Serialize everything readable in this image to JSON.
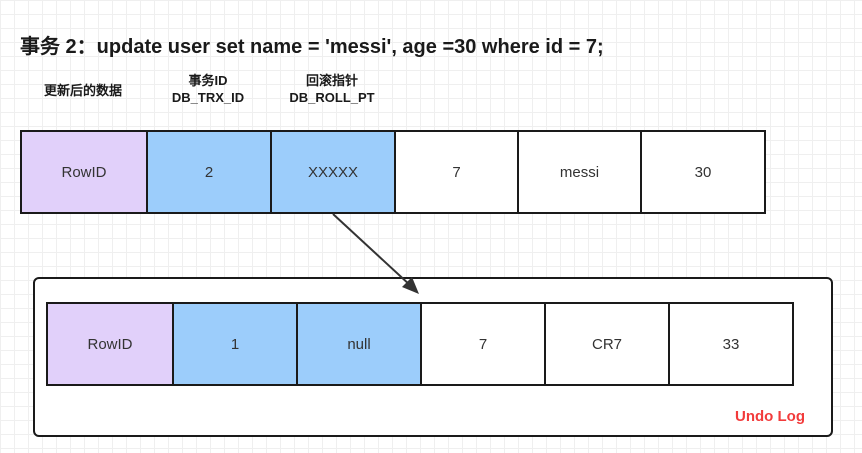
{
  "title": "事务 2：update user set name = 'messi', age =30 where id = 7;",
  "headers": {
    "updated_data": "更新后的数据",
    "trx_id_cn": "事务ID",
    "trx_id": "DB_TRX_ID",
    "roll_ptr_cn": "回滚指针",
    "roll_ptr": "DB_ROLL_PT"
  },
  "current_row": [
    "RowID",
    "2",
    "XXXXX",
    "7",
    "messi",
    "30"
  ],
  "undo_row": [
    "RowID",
    "1",
    "null",
    "7",
    "CR7",
    "33"
  ],
  "undo_label": "Undo Log",
  "colors": {
    "rowid": "#e1d0fa",
    "hidden_fields": "#9ccdfb",
    "undo_label": "#f23b3b"
  }
}
